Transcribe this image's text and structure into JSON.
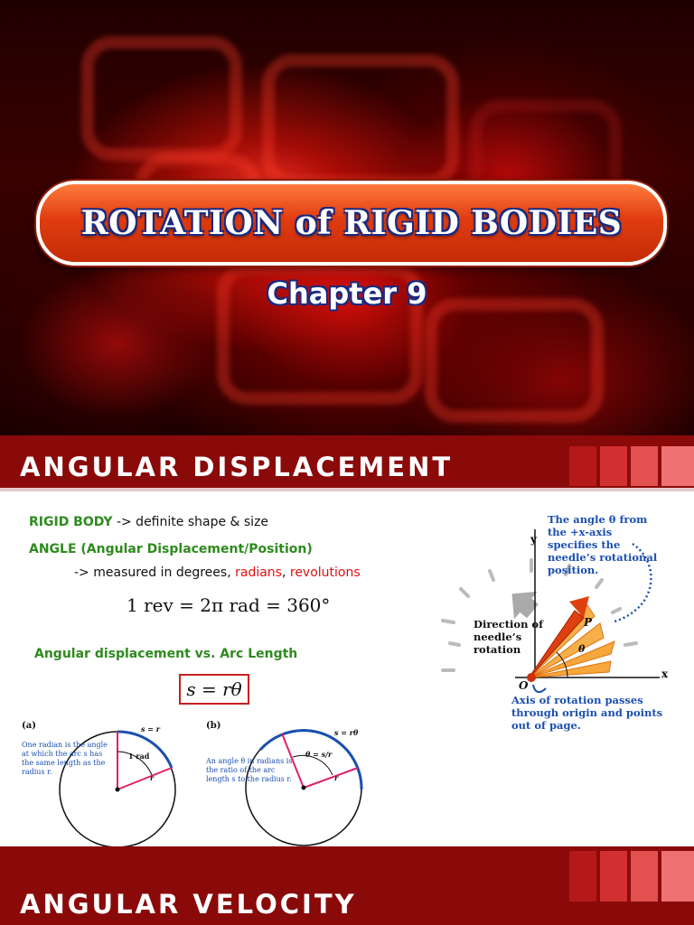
{
  "slide1": {
    "title": "ROTATION of RIGID BODIES",
    "subtitle": "Chapter 9"
  },
  "slide2": {
    "header": "ANGULAR DISPLACEMENT",
    "line1_term": "RIGID BODY",
    "line1_rest": " -> definite shape & size",
    "line2": "ANGLE (Angular Displacement/Position)",
    "line3_prefix": "-> measured in degrees, ",
    "line3_radians": "radians",
    "line3_sep": ", ",
    "line3_revs": "revolutions",
    "formula1": "1 rev = 2π rad = 360°",
    "line4": "Angular displacement vs. Arc Length",
    "formula2": "s = rθ",
    "needle_caption_top": "The angle θ from the +x-axis specifies the needle’s rotational position.",
    "needle_direction": "Direction of needle’s rotation",
    "needle_axis_caption": "Axis of rotation passes through origin and points out of page.",
    "axis_y": "y",
    "axis_x": "x",
    "origin": "O",
    "point_p": "P",
    "theta": "θ",
    "fig_a_label": "(a)",
    "fig_a_text": "One radian is the angle at which the arc s has the same length as the radius r.",
    "fig_a_s": "s = r",
    "fig_a_rad": "1 rad",
    "fig_a_r": "r",
    "fig_b_label": "(b)",
    "fig_b_text": "An angle θ in radians is the ratio of the arc length s to the radius r.",
    "fig_b_s": "s = rθ",
    "fig_b_theta": "θ = s/r",
    "fig_b_r": "r"
  },
  "slide3": {
    "header": "ANGULAR VELOCITY"
  },
  "colors": {
    "band": "#8a0a0a",
    "green": "#2e8a1e",
    "red": "#e01010",
    "blue": "#1a4fb0"
  }
}
